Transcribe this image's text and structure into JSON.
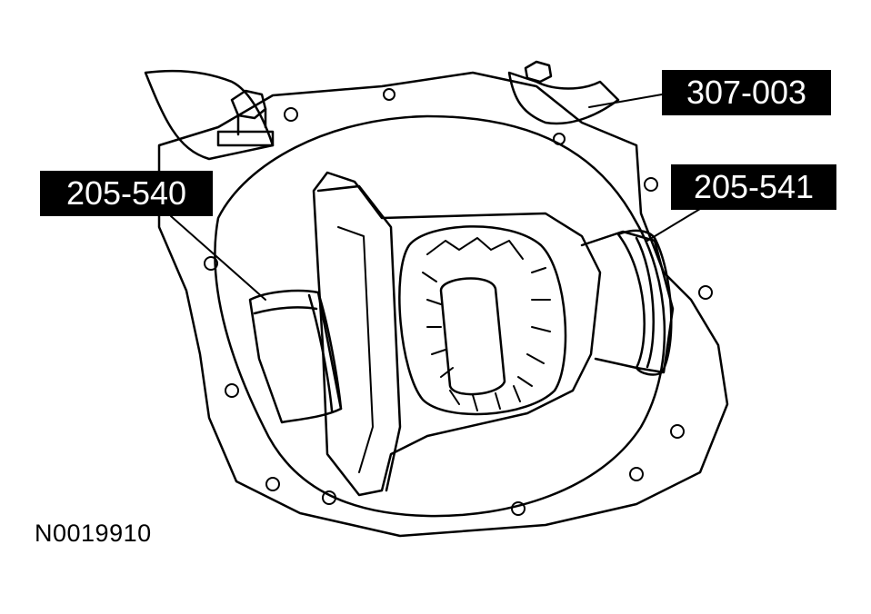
{
  "callouts": {
    "tool_307_003": "307-003",
    "tool_205_540": "205-540",
    "tool_205_541": "205-541"
  },
  "figure_id": "N0019910",
  "colors": {
    "line": "#000000",
    "label_bg": "#000000",
    "label_text": "#ffffff"
  }
}
